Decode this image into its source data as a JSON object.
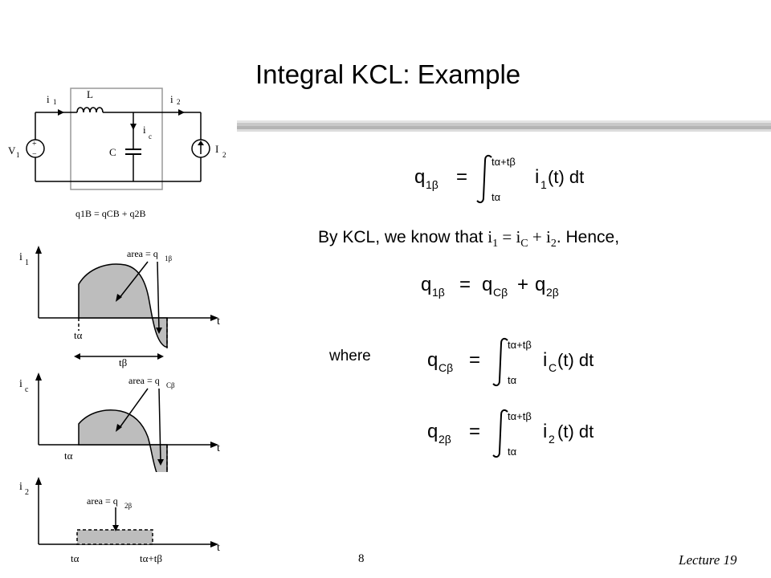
{
  "slide": {
    "title": "Integral KCL: Example",
    "kcl_prefix": "By KCL, we know that ",
    "kcl_i1": "i",
    "kcl_eq": " = i",
    "kcl_plus": " + i",
    "kcl_suffix": ".  Hence,",
    "sub_1": "1",
    "sub_C": "C",
    "sub_2": "2",
    "where_label": "where",
    "page_number": "8",
    "lecture_label": "Lecture 19"
  },
  "equations": {
    "q1b_lhs": "q",
    "q1b_sub": "1β",
    "q1b_integrand": "i",
    "q1b_integrand_sub": "1",
    "q1b_integrand_rest": "(t)  dt",
    "int_upper": "tα+tβ",
    "int_lower": "tα",
    "sum_lhs_sub": "1β",
    "sum_cb_sub": "Cβ",
    "sum_2b_sub": "2β",
    "qcb_integrand_sub": "C",
    "q2b_integrand_sub": "2"
  },
  "circuit": {
    "i1": "i",
    "i1_sub": "1",
    "i2": "i",
    "i2_sub": "2",
    "L": "L",
    "ic": "i",
    "ic_sub": "c",
    "C": "C",
    "V1": "V",
    "V1_sub": "1",
    "I2": "I",
    "I2_sub": "2",
    "plus": "+",
    "minus": "−",
    "caption": "q1B = qCB + q2B"
  },
  "graphs": {
    "g1_ylabel": "i",
    "g1_ylabel_sub": "1",
    "g1_area": "area = q",
    "g1_area_sub": "1β",
    "g2_ylabel": "i",
    "g2_ylabel_sub": "c",
    "g2_area": "area = q",
    "g2_area_sub": "Cβ",
    "g3_ylabel": "i",
    "g3_ylabel_sub": "2",
    "g3_area": "area = q",
    "g3_area_sub": "2β",
    "t_axis": "t",
    "t_alpha": "tα",
    "t_beta": "tβ",
    "t_sum": "tα+tβ"
  }
}
